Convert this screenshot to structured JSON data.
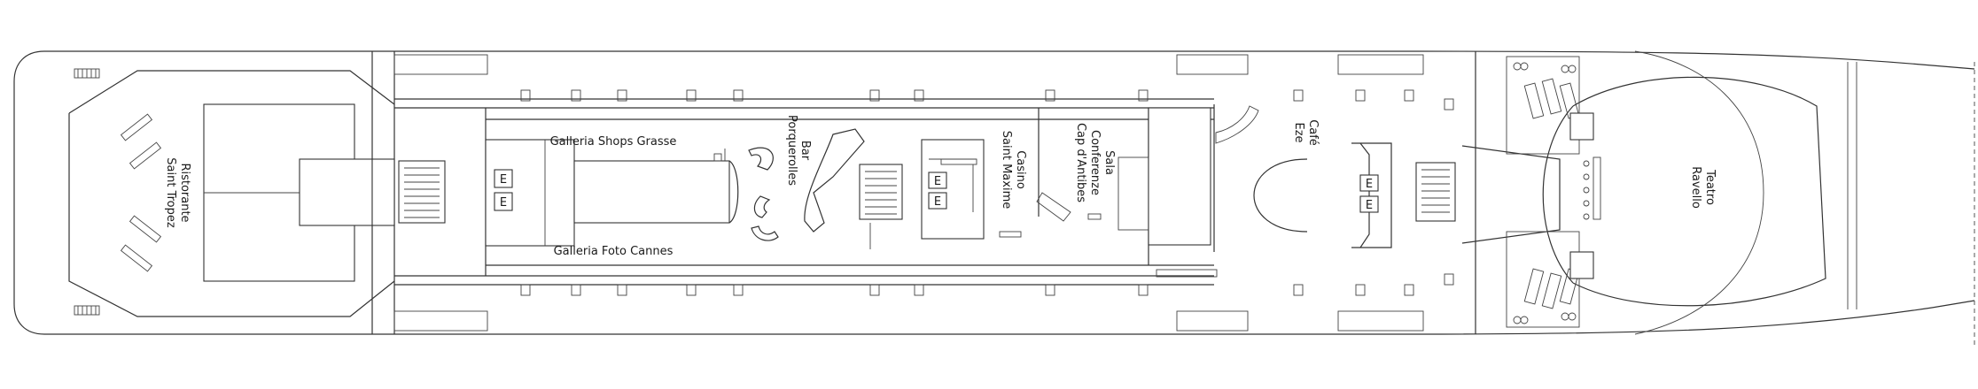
{
  "deck_plan": {
    "labels": {
      "ristorante_line1": "Ristorante",
      "ristorante_line2": "Saint Tropez",
      "galleria_shops": "Galleria Shops Grasse",
      "galleria_foto": "Galleria Foto Cannes",
      "bar_line1": "Bar",
      "bar_line2": "Porquerolles",
      "casino_line1": "Casino",
      "casino_line2": "Saint Maxime",
      "sala_line1": "Sala",
      "sala_line2": "Conferenze",
      "sala_line3": "Cap d'Antibes",
      "cafe_line1": "Café",
      "cafe_line2": "Eze",
      "teatro_line1": "Teatro",
      "teatro_line2": "Ravello"
    },
    "elevator_mark": "E"
  }
}
